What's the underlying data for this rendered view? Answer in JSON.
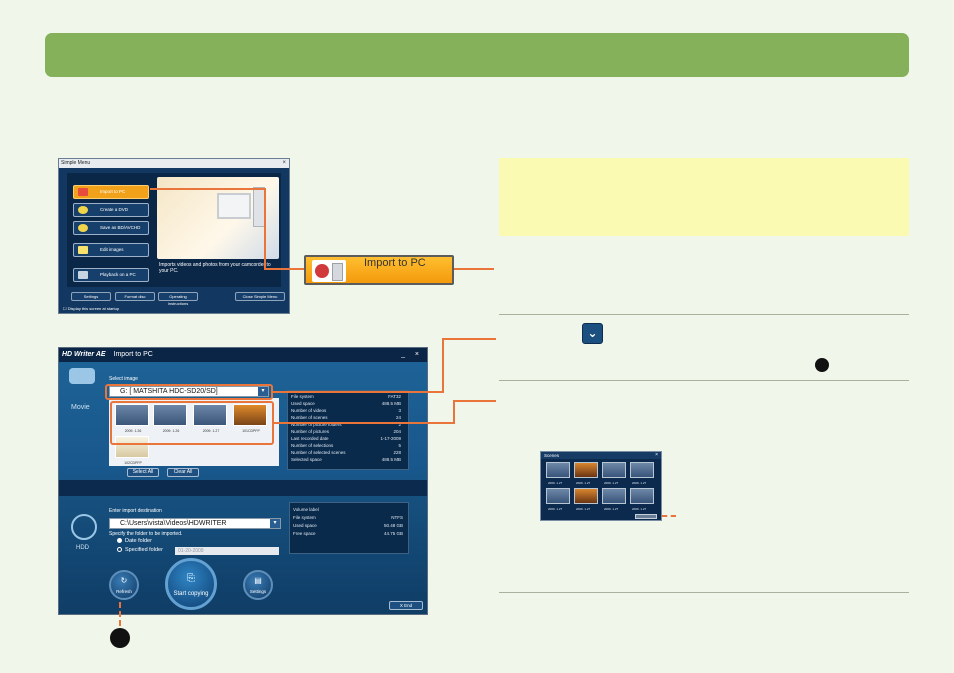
{
  "simple_menu": {
    "title": "Simple Menu",
    "close": "×",
    "buttons": [
      {
        "label": "Import to PC"
      },
      {
        "label": "Create a DVD"
      },
      {
        "label": "Save as BD/AVCHD"
      },
      {
        "label": "Edit images"
      },
      {
        "label": "Playback on a PC"
      }
    ],
    "description": "Imports videos and photos from your camcorder to your PC.",
    "footer": {
      "settings": "Settings",
      "format_disc": "Format disc",
      "operating_instructions": "Operating Instructions",
      "close_simple_menu": "Close Simple Menu"
    },
    "startup_checkbox": "Display this screen at startup"
  },
  "callout_button": {
    "label": "Import to PC"
  },
  "hd_writer": {
    "brand": "HD Writer AE",
    "title": "Import to PC",
    "controls": "_ ×",
    "movie_label": "Movie",
    "select_image_label": "Select image",
    "source_drive": "G: [ MATSHITA HDC-SD20/SD]",
    "dropdown_arrow": "▾",
    "thumbnails": [
      {
        "caption": "2009. 1.26"
      },
      {
        "caption": "2009. 1.26"
      },
      {
        "caption": "2009. 1.27"
      },
      {
        "caption": "101CDPFP"
      },
      {
        "caption": "102CDPFP"
      }
    ],
    "select_all": "Select All",
    "clear_all": "Clear All",
    "source_info": [
      {
        "label": "File system",
        "value": "FAT32"
      },
      {
        "label": "Used space",
        "value": "488.5 MB"
      },
      {
        "label": "Number of videos",
        "value": "3"
      },
      {
        "label": "Number of scenes",
        "value": "24"
      },
      {
        "label": "Number of picture folders",
        "value": "2"
      },
      {
        "label": "Number of pictures",
        "value": "204"
      },
      {
        "label": "Last recorded date",
        "value": "1-17-2009"
      },
      {
        "label": "Number of selections",
        "value": "5"
      },
      {
        "label": "Number of selected scenes",
        "value": "228"
      },
      {
        "label": "Selected space",
        "value": "488.5 MB"
      }
    ],
    "hdd_label": "HDD",
    "dest_label": "Enter import destination",
    "dest_path": "C:\\Users\\vista\\Videos\\HDWRITER",
    "specify_label": "Specify the folder to be imported.",
    "date_folder": "Date folder",
    "specified_folder": "Specified folder",
    "date_value": "01-20-2009",
    "dest_info": [
      {
        "label": "Volume label",
        "value": ""
      },
      {
        "label": "File system",
        "value": "NTFS"
      },
      {
        "label": "Used space",
        "value": "50.48 GB"
      },
      {
        "label": "Free space",
        "value": "44.75 GB"
      }
    ],
    "refresh": "Refresh",
    "start_copying": "Start copying",
    "settings": "Settings",
    "end": "X    End"
  },
  "chevron_glyph": "⌄",
  "scenes_window": {
    "title": "Scenes",
    "close": "×",
    "captions": [
      "2009. 1.27",
      "2009. 1.27",
      "2009. 1.27",
      "2009. 1.27",
      "2009. 1.27",
      "2009. 1.27",
      "2009. 1.27",
      "2009. 1.27"
    ]
  },
  "colors": {
    "header": "#84b15a",
    "accent": "#e9753a",
    "note": "#fafab2"
  }
}
